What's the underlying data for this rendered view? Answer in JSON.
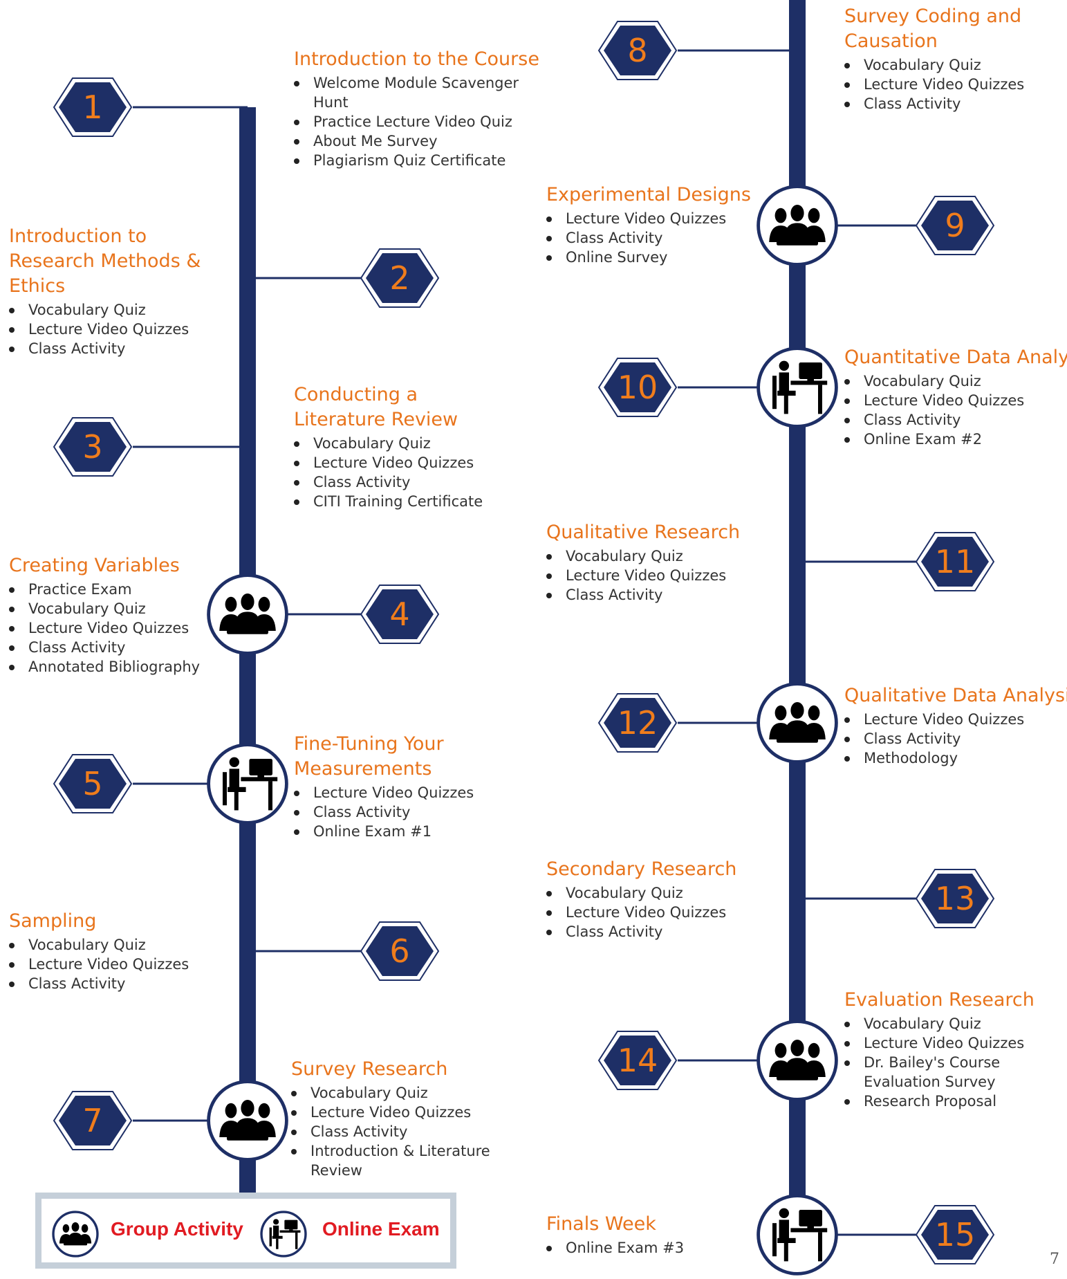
{
  "colors": {
    "accent": "#e8741c",
    "navy": "#1e2f66",
    "legend_text": "#e11b22",
    "legend_border": "#c5cfd9"
  },
  "modules": {
    "m1": {
      "number": "1",
      "title": "Introduction to the Course",
      "items": [
        "Welcome Module Scavenger Hunt",
        "Practice Lecture Video Quiz",
        "About Me Survey",
        "Plagiarism Quiz Certificate"
      ],
      "icon": "none"
    },
    "m2": {
      "number": "2",
      "title": "Introduction to Research Methods & Ethics",
      "items": [
        "Vocabulary Quiz",
        "Lecture Video Quizzes",
        "Class Activity"
      ],
      "icon": "none"
    },
    "m3": {
      "number": "3",
      "title": "Conducting a Literature Review",
      "items": [
        "Vocabulary Quiz",
        "Lecture Video Quizzes",
        "Class Activity",
        "CITI Training Certificate"
      ],
      "icon": "none"
    },
    "m4": {
      "number": "4",
      "title": "Creating Variables",
      "items": [
        "Practice Exam",
        "Vocabulary Quiz",
        "Lecture Video Quizzes",
        "Class Activity",
        "Annotated Bibliography"
      ],
      "icon": "group-activity-icon"
    },
    "m5": {
      "number": "5",
      "title": "Fine-Tuning Your Measurements",
      "items": [
        "Lecture Video Quizzes",
        "Class Activity",
        "Online Exam #1"
      ],
      "icon": "online-exam-icon"
    },
    "m6": {
      "number": "6",
      "title": "Sampling",
      "items": [
        "Vocabulary Quiz",
        "Lecture Video Quizzes",
        "Class Activity"
      ],
      "icon": "none"
    },
    "m7": {
      "number": "7",
      "title": "Survey Research",
      "items": [
        "Vocabulary Quiz",
        "Lecture Video Quizzes",
        "Class Activity",
        "Introduction & Literature Review"
      ],
      "icon": "group-activity-icon"
    },
    "m8": {
      "number": "8",
      "title": "Survey Coding and Causation",
      "items": [
        "Vocabulary Quiz",
        "Lecture Video Quizzes",
        "Class Activity"
      ],
      "icon": "none"
    },
    "m9": {
      "number": "9",
      "title": "Experimental Designs",
      "items": [
        "Lecture Video Quizzes",
        "Class Activity",
        "Online Survey"
      ],
      "icon": "group-activity-icon"
    },
    "m10": {
      "number": "10",
      "title": "Quantitative Data Analysis",
      "items": [
        "Vocabulary Quiz",
        "Lecture Video Quizzes",
        "Class Activity",
        "Online Exam #2"
      ],
      "icon": "online-exam-icon"
    },
    "m11": {
      "number": "11",
      "title": "Qualitative Research",
      "items": [
        "Vocabulary Quiz",
        "Lecture Video Quizzes",
        "Class Activity"
      ],
      "icon": "none"
    },
    "m12": {
      "number": "12",
      "title": "Qualitative Data Analysis",
      "items": [
        "Lecture Video Quizzes",
        "Class Activity",
        "Methodology"
      ],
      "icon": "group-activity-icon"
    },
    "m13": {
      "number": "13",
      "title": "Secondary Research",
      "items": [
        "Vocabulary Quiz",
        "Lecture Video Quizzes",
        "Class Activity"
      ],
      "icon": "none"
    },
    "m14": {
      "number": "14",
      "title": "Evaluation Research",
      "items": [
        "Vocabulary Quiz",
        "Lecture Video Quizzes",
        "Dr. Bailey's Course Evaluation Survey",
        "Research Proposal"
      ],
      "icon": "group-activity-icon"
    },
    "m15": {
      "number": "15",
      "title": "Finals Week",
      "items": [
        "Online Exam #3"
      ],
      "icon": "online-exam-icon"
    }
  },
  "legend": {
    "group_activity": "Group Activity",
    "online_exam": "Online Exam"
  },
  "page_number": "7"
}
